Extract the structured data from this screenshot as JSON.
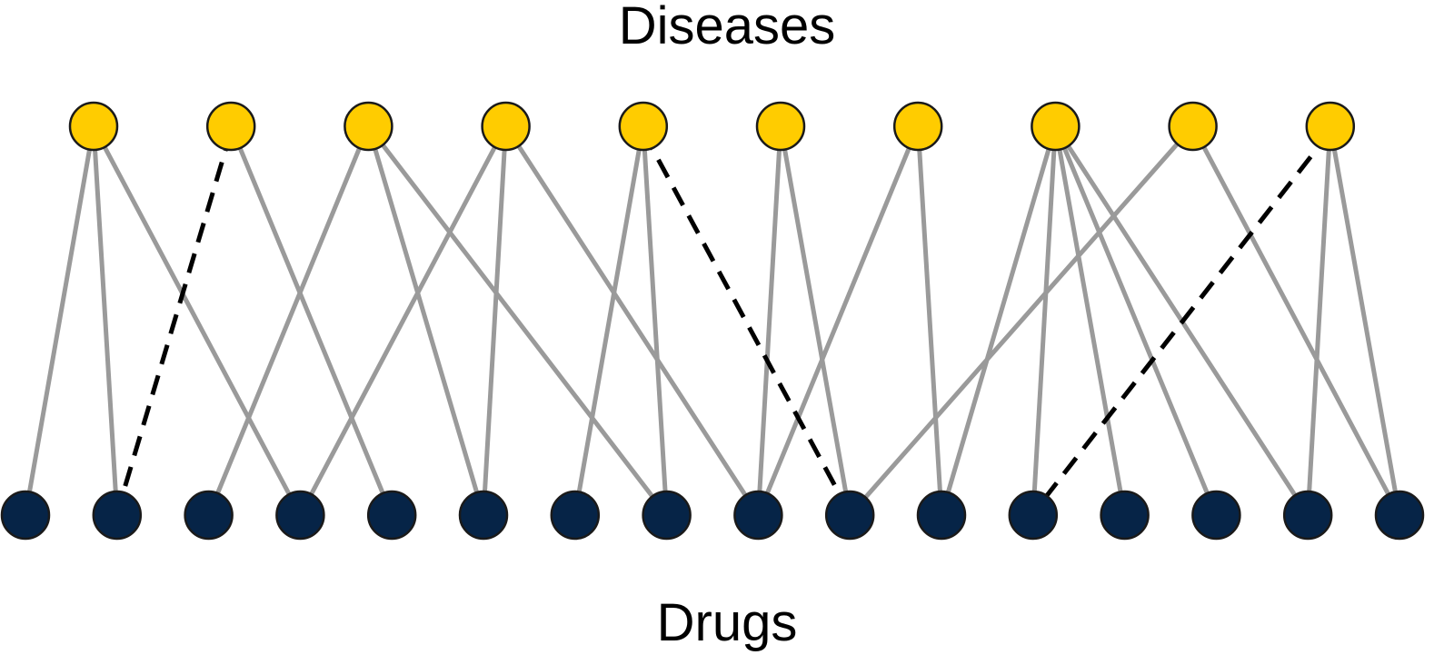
{
  "labels": {
    "top": "Diseases",
    "bottom": "Drugs"
  },
  "colors": {
    "disease_fill": "#FFCC00",
    "drug_fill": "#062447",
    "node_stroke": "#1a1a1a",
    "known_edge": "#9a9a9a",
    "predicted_edge": "#000000"
  },
  "graph": {
    "disease_count": 10,
    "drug_count": 16,
    "known_edges": [
      [
        0,
        0
      ],
      [
        0,
        1
      ],
      [
        0,
        3
      ],
      [
        1,
        4
      ],
      [
        2,
        2
      ],
      [
        2,
        5
      ],
      [
        2,
        7
      ],
      [
        3,
        3
      ],
      [
        3,
        5
      ],
      [
        3,
        8
      ],
      [
        4,
        6
      ],
      [
        4,
        7
      ],
      [
        5,
        8
      ],
      [
        5,
        9
      ],
      [
        6,
        8
      ],
      [
        6,
        10
      ],
      [
        7,
        10
      ],
      [
        7,
        11
      ],
      [
        7,
        12
      ],
      [
        7,
        13
      ],
      [
        7,
        14
      ],
      [
        8,
        9
      ],
      [
        8,
        15
      ],
      [
        9,
        14
      ],
      [
        9,
        15
      ]
    ],
    "predicted_edges": [
      [
        1,
        1
      ],
      [
        4,
        9
      ],
      [
        9,
        11
      ]
    ]
  }
}
